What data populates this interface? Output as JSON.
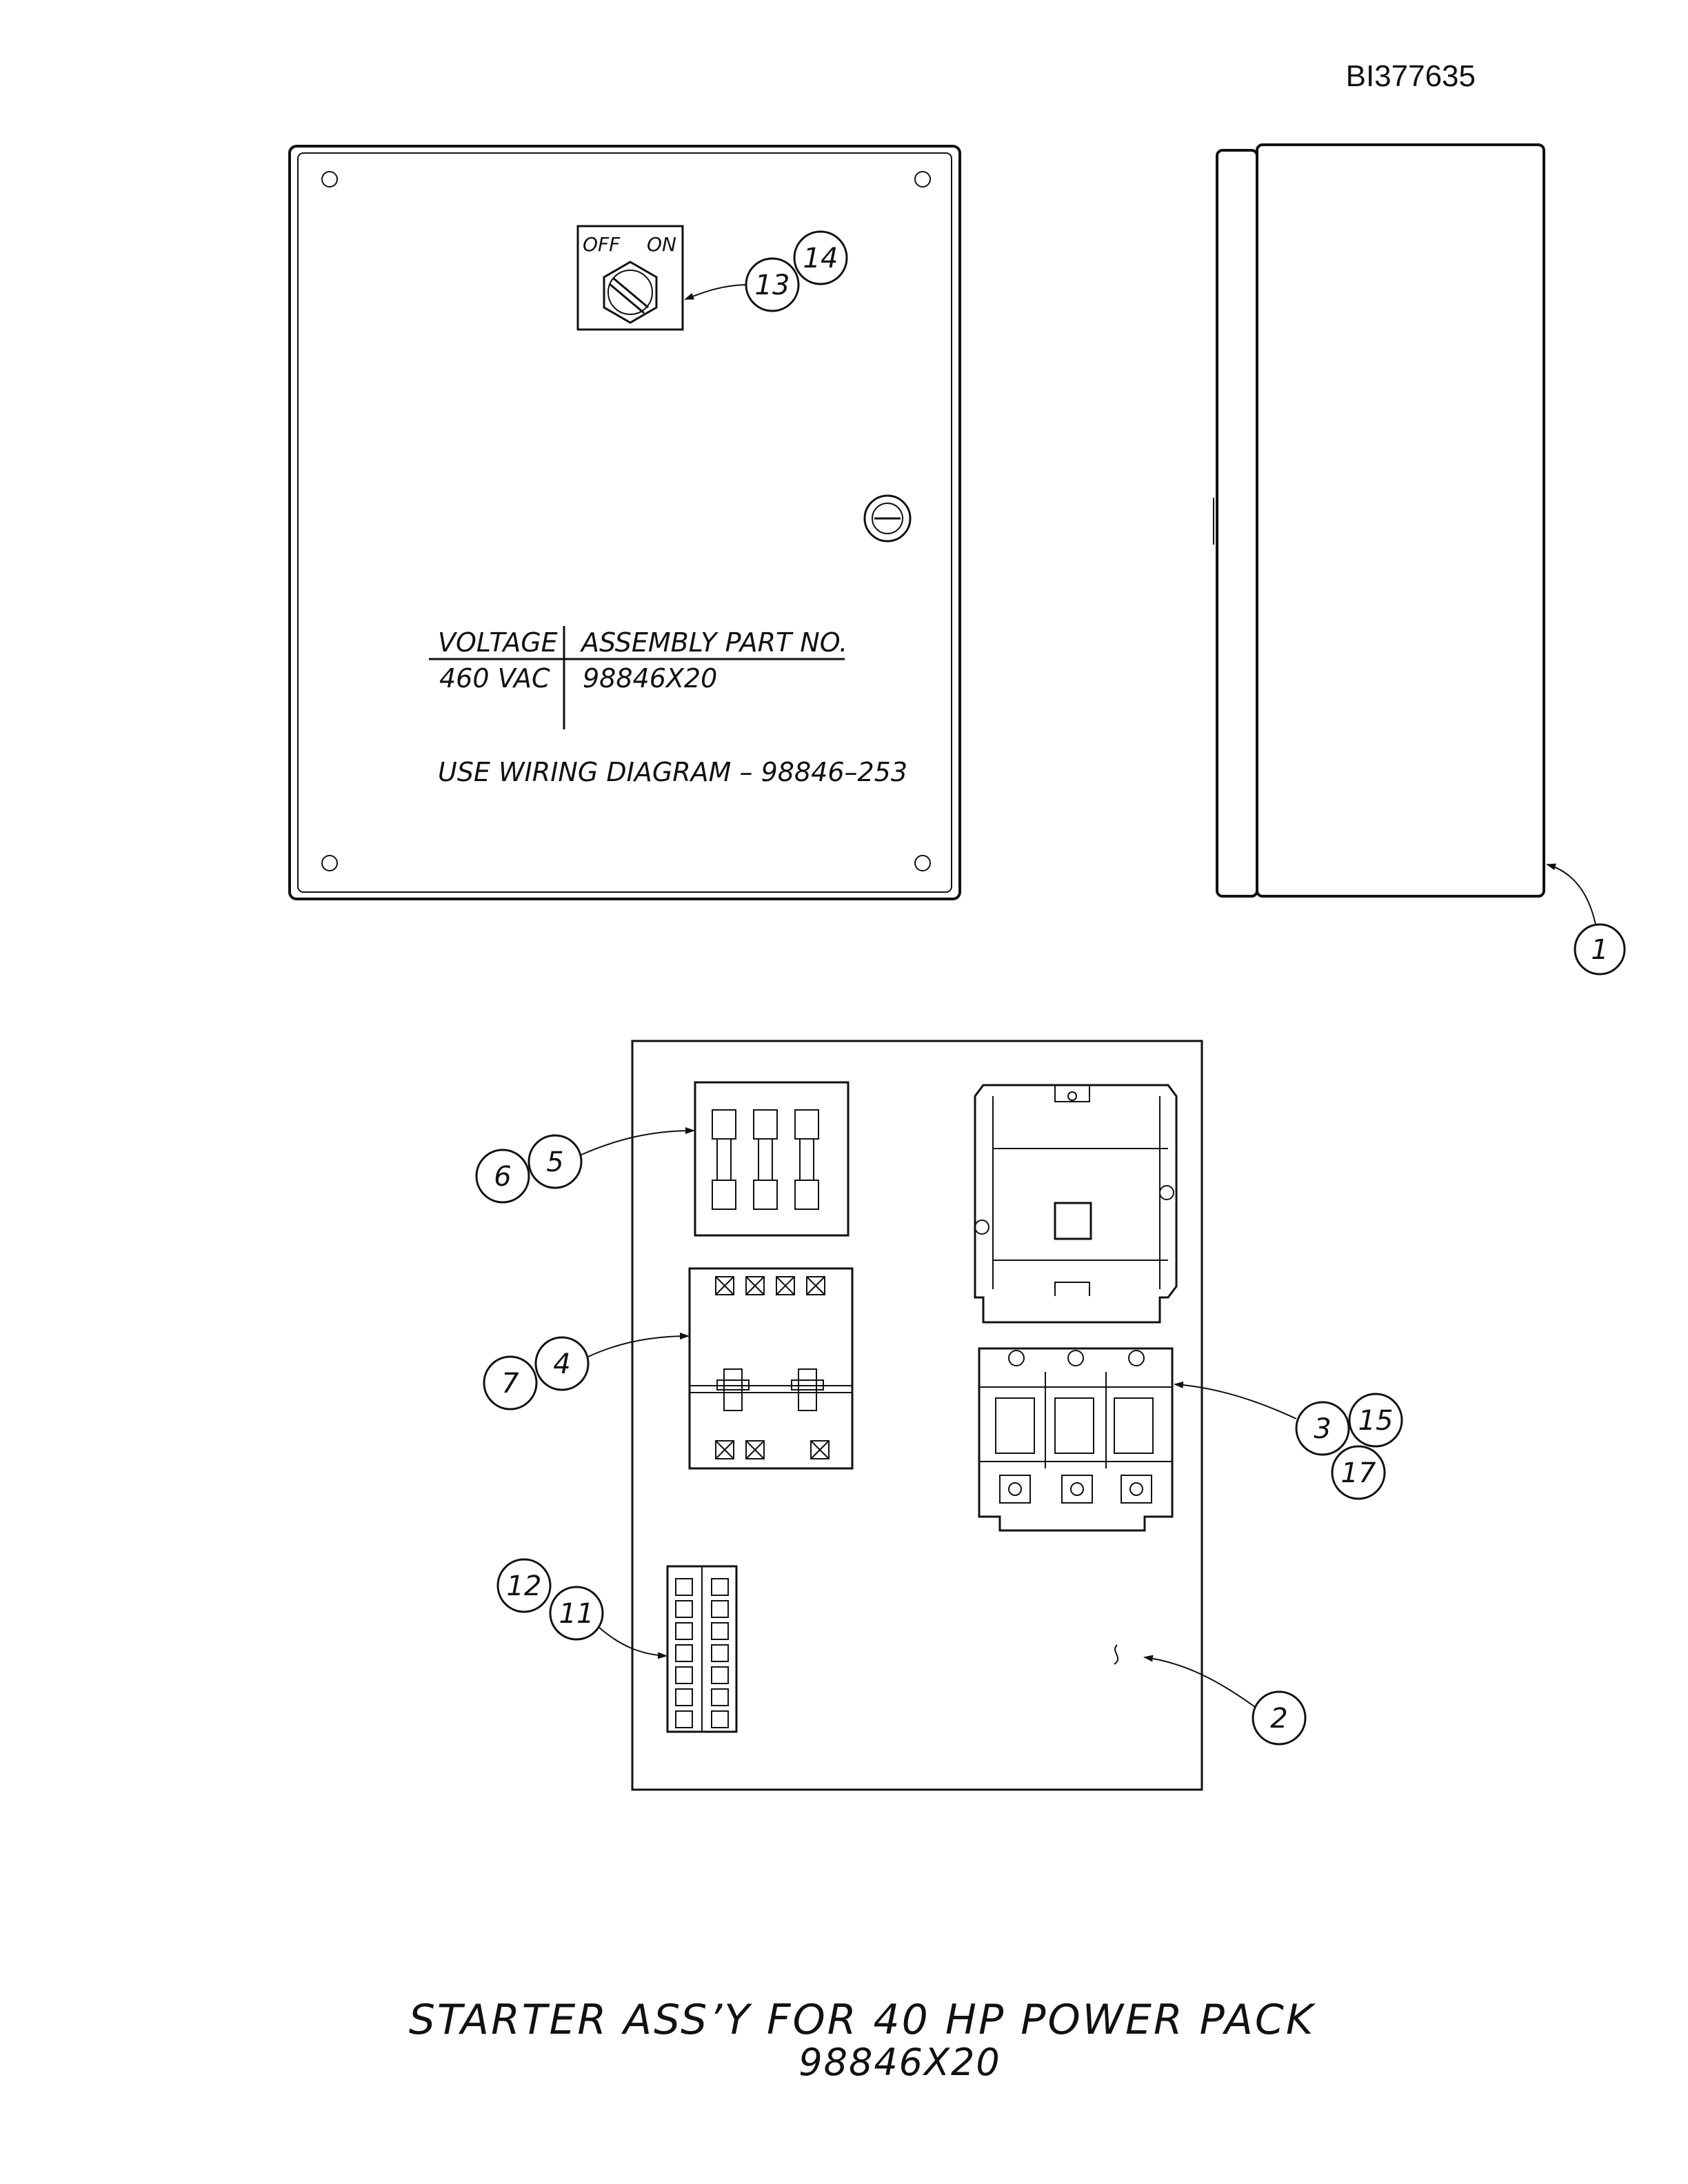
{
  "doc_id": "BI377635",
  "switch": {
    "off_label": "OFF",
    "on_label": "ON"
  },
  "label_table": {
    "col1_header": "VOLTAGE",
    "col2_header": "ASSEMBLY PART NO.",
    "col1_value": "460 VAC",
    "col2_value": "98846X20"
  },
  "wiring_note": "USE WIRING DIAGRAM – 98846–253",
  "callouts": [
    "14",
    "13",
    "1",
    "5",
    "6",
    "4",
    "7",
    "3",
    "15",
    "17",
    "12",
    "11",
    "2"
  ],
  "title": {
    "line1": "STARTER ASS’Y FOR 40 HP POWER PACK",
    "line2": "98846X20"
  }
}
